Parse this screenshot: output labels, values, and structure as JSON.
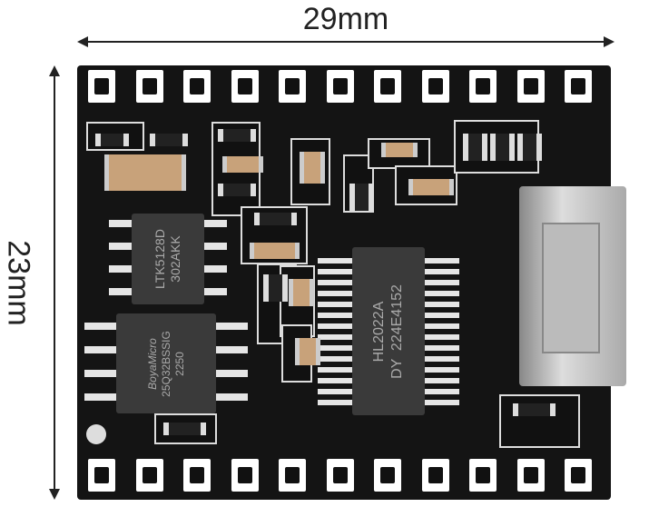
{
  "dimensions": {
    "width_label": "29mm",
    "height_label": "23mm"
  },
  "chips": {
    "amplifier": {
      "line1": "LTK5128D",
      "line2": "302AKK"
    },
    "flash": {
      "line1": "BoyaMicro",
      "line2": "25Q32BSSIG",
      "line3": "2250"
    },
    "controller": {
      "line1": "HL2022A",
      "line2": "DY  224E4152"
    }
  },
  "colors": {
    "board": "#141414",
    "silk": "#ffffff",
    "pad": "#e5e5e5"
  }
}
